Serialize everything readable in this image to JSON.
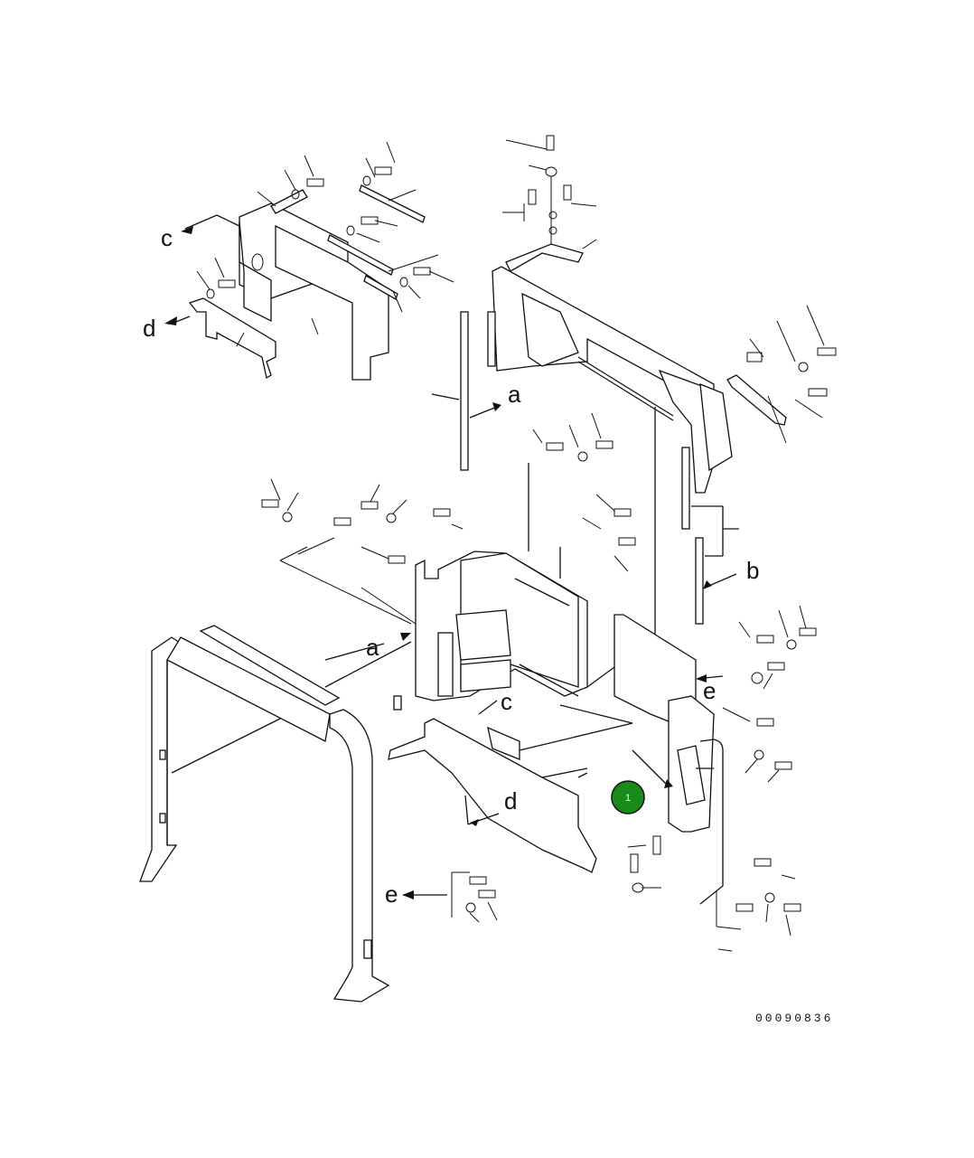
{
  "diagram": {
    "drawing_code": "00090836",
    "callout": {
      "number": "1",
      "color": "#1a8a1a"
    },
    "section_refs": {
      "a_upper": "a",
      "a_lower": "a",
      "b": "b",
      "c_upper": "c",
      "c_lower": "c",
      "d_upper": "d",
      "d_lower": "d",
      "e_right": "e",
      "e_lower": "e"
    }
  }
}
